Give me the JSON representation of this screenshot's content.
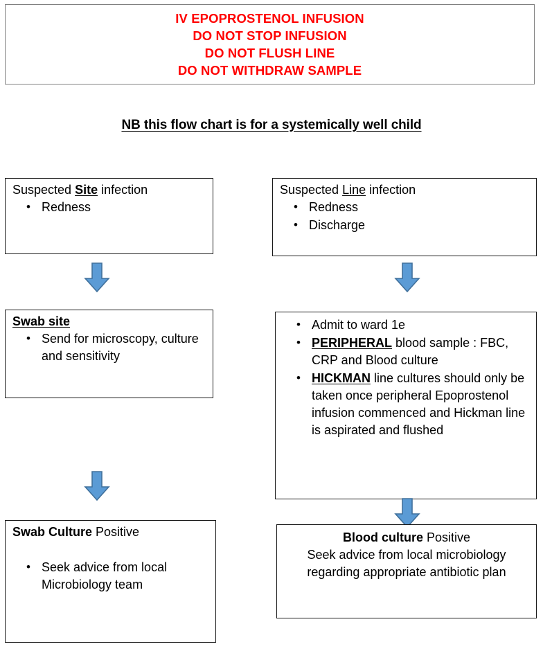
{
  "warning": {
    "name": "iv-epoprostenol-warning",
    "lines": [
      "IV EPOPROSTENOL INFUSION",
      "DO NOT STOP INFUSION",
      "DO NOT FLUSH LINE",
      "DO NOT WITHDRAW SAMPLE"
    ],
    "text_color": "#FF0000",
    "border_color": "#808080"
  },
  "subtitle": {
    "text": "NB this flow chart is for a systemically well child"
  },
  "columns": {
    "left": {
      "box_site": {
        "heading_prefix": "Suspected ",
        "heading_emphasis": "Site",
        "heading_suffix": " infection",
        "bullets": [
          "Redness"
        ]
      },
      "box_swab_site": {
        "heading": "Swab site",
        "bullets": [
          "Send for microscopy, culture and sensitivity"
        ]
      },
      "box_swab_positive": {
        "heading_emphasis": "Swab Culture",
        "heading_suffix": " Positive",
        "bullets": [
          "Seek advice from local Microbiology team"
        ]
      }
    },
    "right": {
      "box_line": {
        "heading_prefix": "Suspected ",
        "heading_emphasis": "Line",
        "heading_suffix": " infection",
        "bullets": [
          "Redness",
          "Discharge"
        ]
      },
      "box_line_action": {
        "bullet_1": "Admit to ward 1e",
        "bullet_2_emphasis": "PERIPHERAL",
        "bullet_2_rest": " blood sample : FBC, CRP and Blood culture",
        "bullet_3_emphasis": "HICKMAN",
        "bullet_3_rest": " line cultures should only be taken once peripheral Epoprostenol infusion commenced and Hickman line is aspirated and flushed"
      },
      "box_blood_positive": {
        "heading_emphasis": "Blood culture",
        "heading_suffix": " Positive",
        "body": "Seek advice from local microbiology regarding appropriate antibiotic plan"
      }
    }
  },
  "arrows": {
    "icon": "down-arrow-icon",
    "fill_color": "#5B9BD5",
    "stroke_color": "#41719C",
    "count": 4
  }
}
